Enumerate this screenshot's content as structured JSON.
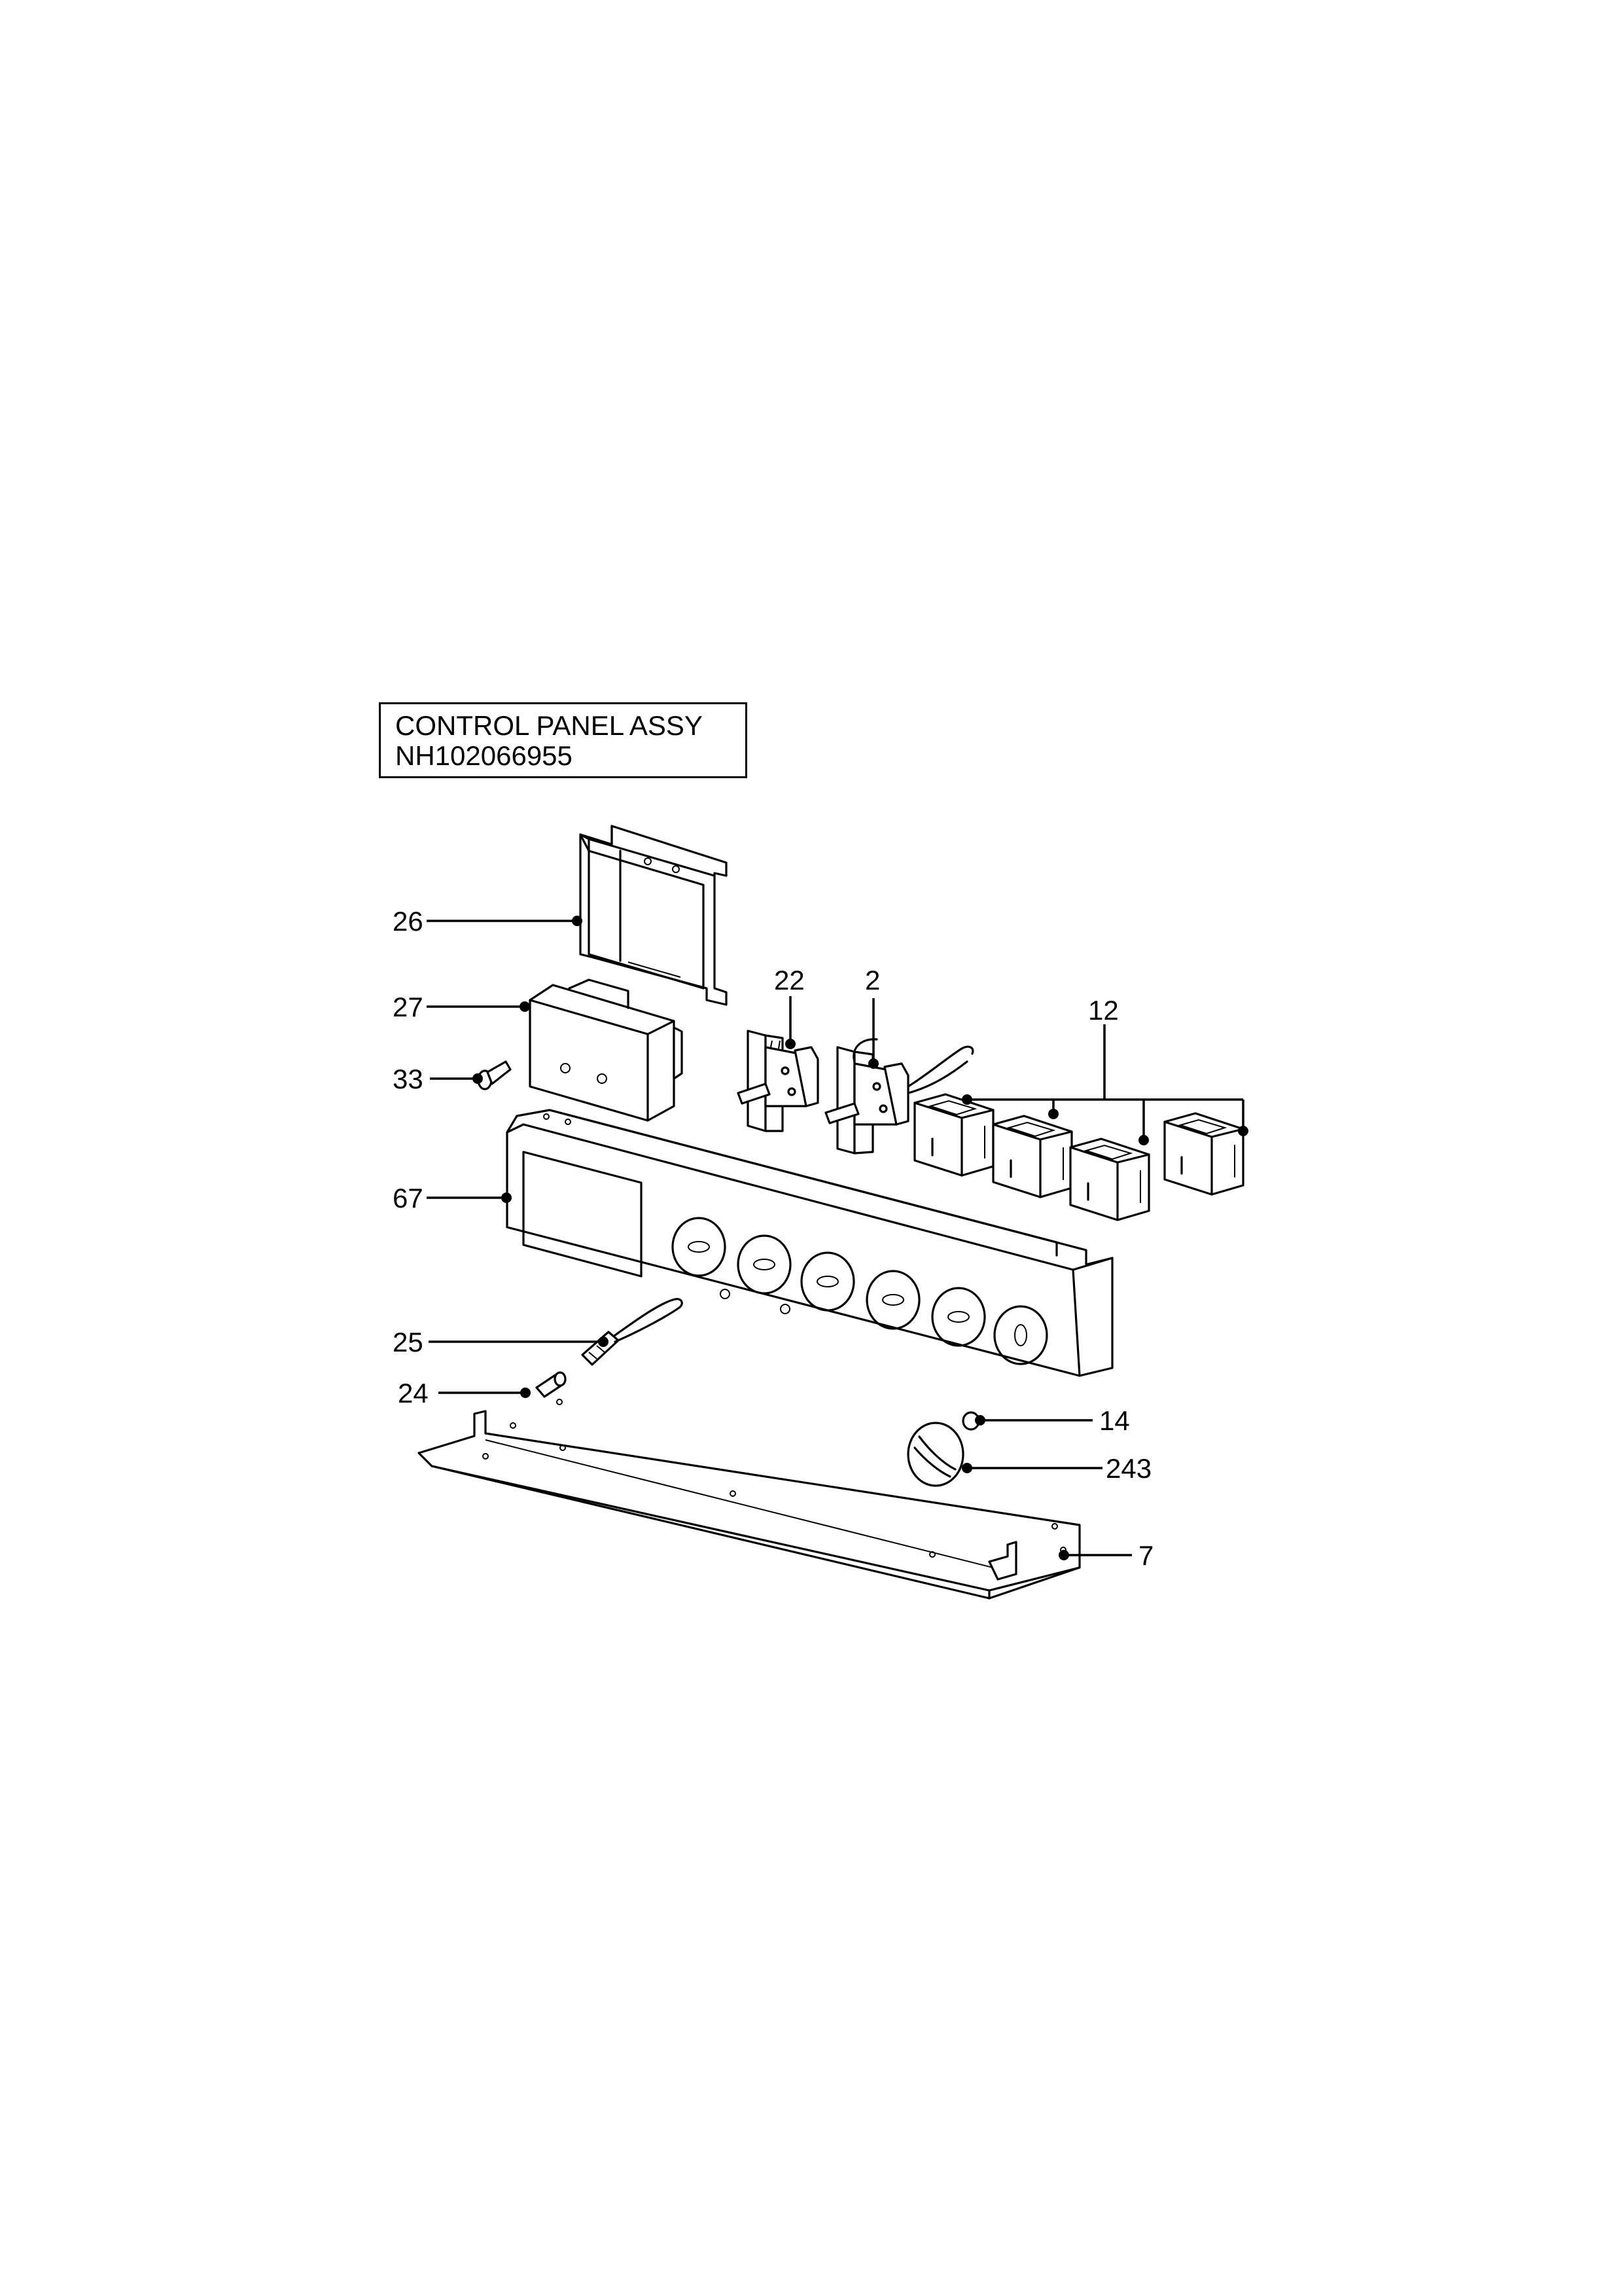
{
  "title": {
    "line1": "CONTROL PANEL ASSY",
    "line2": "NH102066955"
  },
  "callouts": [
    {
      "id": "26",
      "label": "26"
    },
    {
      "id": "27",
      "label": "27"
    },
    {
      "id": "33",
      "label": "33"
    },
    {
      "id": "22",
      "label": "22"
    },
    {
      "id": "2",
      "label": "2"
    },
    {
      "id": "12",
      "label": "12"
    },
    {
      "id": "67",
      "label": "67"
    },
    {
      "id": "25",
      "label": "25"
    },
    {
      "id": "24",
      "label": "24"
    },
    {
      "id": "14",
      "label": "14"
    },
    {
      "id": "243",
      "label": "243"
    },
    {
      "id": "7",
      "label": "7"
    }
  ]
}
